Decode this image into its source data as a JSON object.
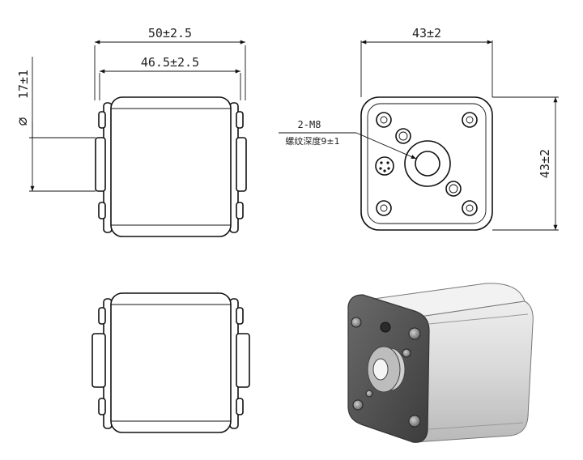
{
  "dimensions": {
    "width_outer": "50±2.5",
    "width_inner": "46.5±2.5",
    "diameter": "17±1",
    "diameter_symbol": "∅",
    "face_width": "43±2",
    "face_height": "43±2"
  },
  "callout": {
    "thread": "2-M8",
    "depth": "螺纹深度9±1"
  },
  "colors": {
    "line": "#111111",
    "render_body": "#d6d6d6",
    "render_face": "#5a5a5a"
  }
}
